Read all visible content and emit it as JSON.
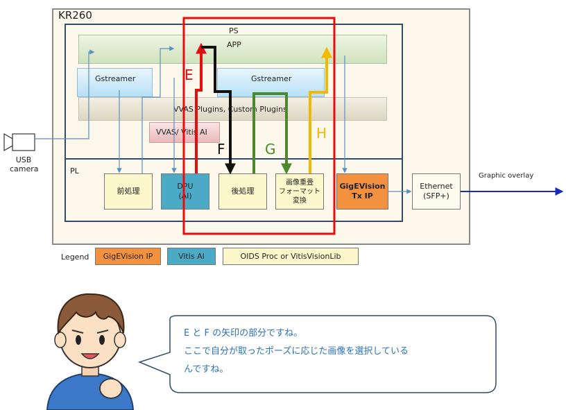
{
  "diagram": {
    "board_label": "KR260",
    "ps_label": "PS",
    "pl_label": "PL",
    "app_label": "APP",
    "gstreamer_left": "Gstreamer",
    "gstreamer_right": "Gstreamer",
    "vvas_plugins": "VVAS Plugins, Custom Plugins",
    "vvas_vitis_ai": "VVAS/ Vitis AI",
    "usb_camera": [
      "USB",
      "camera"
    ],
    "pl_blocks": {
      "preprocess": "前処理",
      "dpu": [
        "DPU",
        "(AI)"
      ],
      "postprocess": "後処理",
      "overlay": [
        "画像重畳",
        "フォーマット",
        "変換"
      ],
      "gige_tx": [
        "GigEVision",
        "Tx IP"
      ]
    },
    "ethernet": [
      "Ethernet",
      "(SFP+)"
    ],
    "graphic_overlay": "Graphic overlay",
    "arrow_labels": {
      "E": "E",
      "F": "F",
      "G": "G",
      "H": "H"
    },
    "colors": {
      "E": "#e01010",
      "F": "#111111",
      "G": "#4a8a2a",
      "H": "#f5b800",
      "highlight": "#e01010",
      "output_arrow": "#1a2ab8",
      "connector": "#5b8fc0"
    }
  },
  "legend": {
    "title": "Legend",
    "items": [
      "GigEVision IP",
      "Vitis AI",
      "OIDS Proc  or VitisVisionLib"
    ]
  },
  "speech": {
    "lines": [
      "E と F の矢印の部分ですね。",
      "ここで自分が取ったポーズに応じた画像を選択している",
      "んですね。"
    ]
  }
}
